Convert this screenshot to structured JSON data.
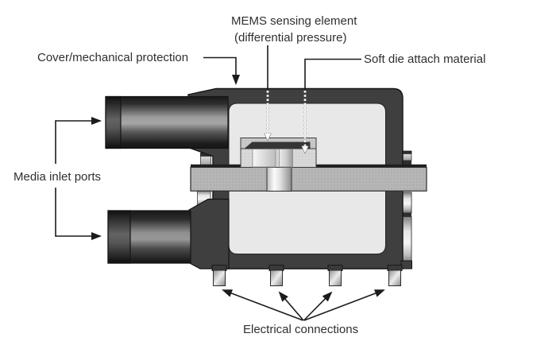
{
  "diagram": {
    "type": "technical-cross-section",
    "subject": "MEMS differential pressure sensor package",
    "labels": {
      "mems_line1": "MEMS sensing element",
      "mems_line2": "(differential pressure)",
      "cover": "Cover/mechanical protection",
      "soft_die_attach": "Soft die attach material",
      "media_inlet": "Media inlet ports",
      "electrical": "Electrical connections"
    },
    "colors": {
      "housing_dark": "#3f3f3f",
      "outline": "#161616",
      "cavity_light": "#e8e8e8",
      "substrate_gray": "#b6b6b6",
      "pedestal_gray": "#d8d8d8",
      "die_dark": "#353535",
      "lead_metal_bright": "#ededed",
      "label_text": "#2f2f2f",
      "background": "#ffffff"
    }
  }
}
